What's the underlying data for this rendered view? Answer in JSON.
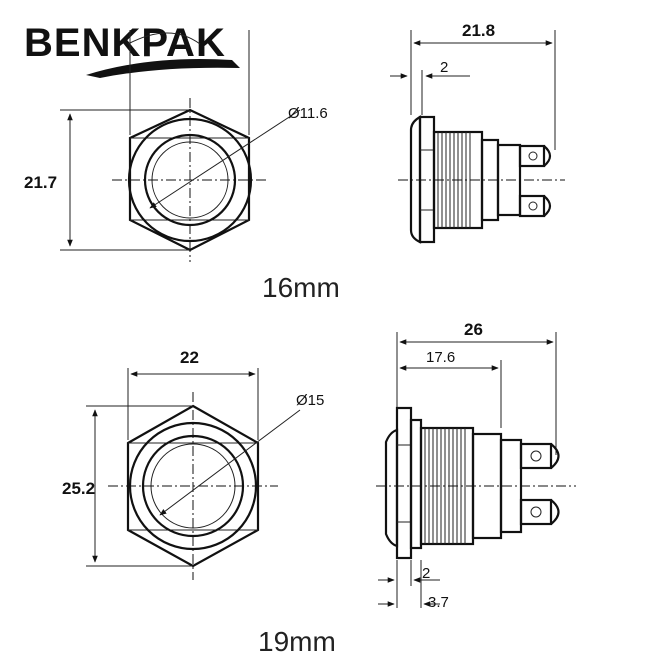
{
  "brand": {
    "name": "BENKPAK"
  },
  "top_switch": {
    "caption": "16mm",
    "front": {
      "height": "21.7",
      "diameter": "Ø11.6"
    },
    "side": {
      "length": "21.8",
      "flange": "2"
    }
  },
  "bottom_switch": {
    "caption": "19mm",
    "front": {
      "width": "22",
      "height": "25.2",
      "diameter": "Ø15"
    },
    "side": {
      "length": "26",
      "thread": "17.6",
      "flange": "2",
      "head": "3.7"
    }
  },
  "colors": {
    "ink": "#111111",
    "background": "#ffffff"
  }
}
